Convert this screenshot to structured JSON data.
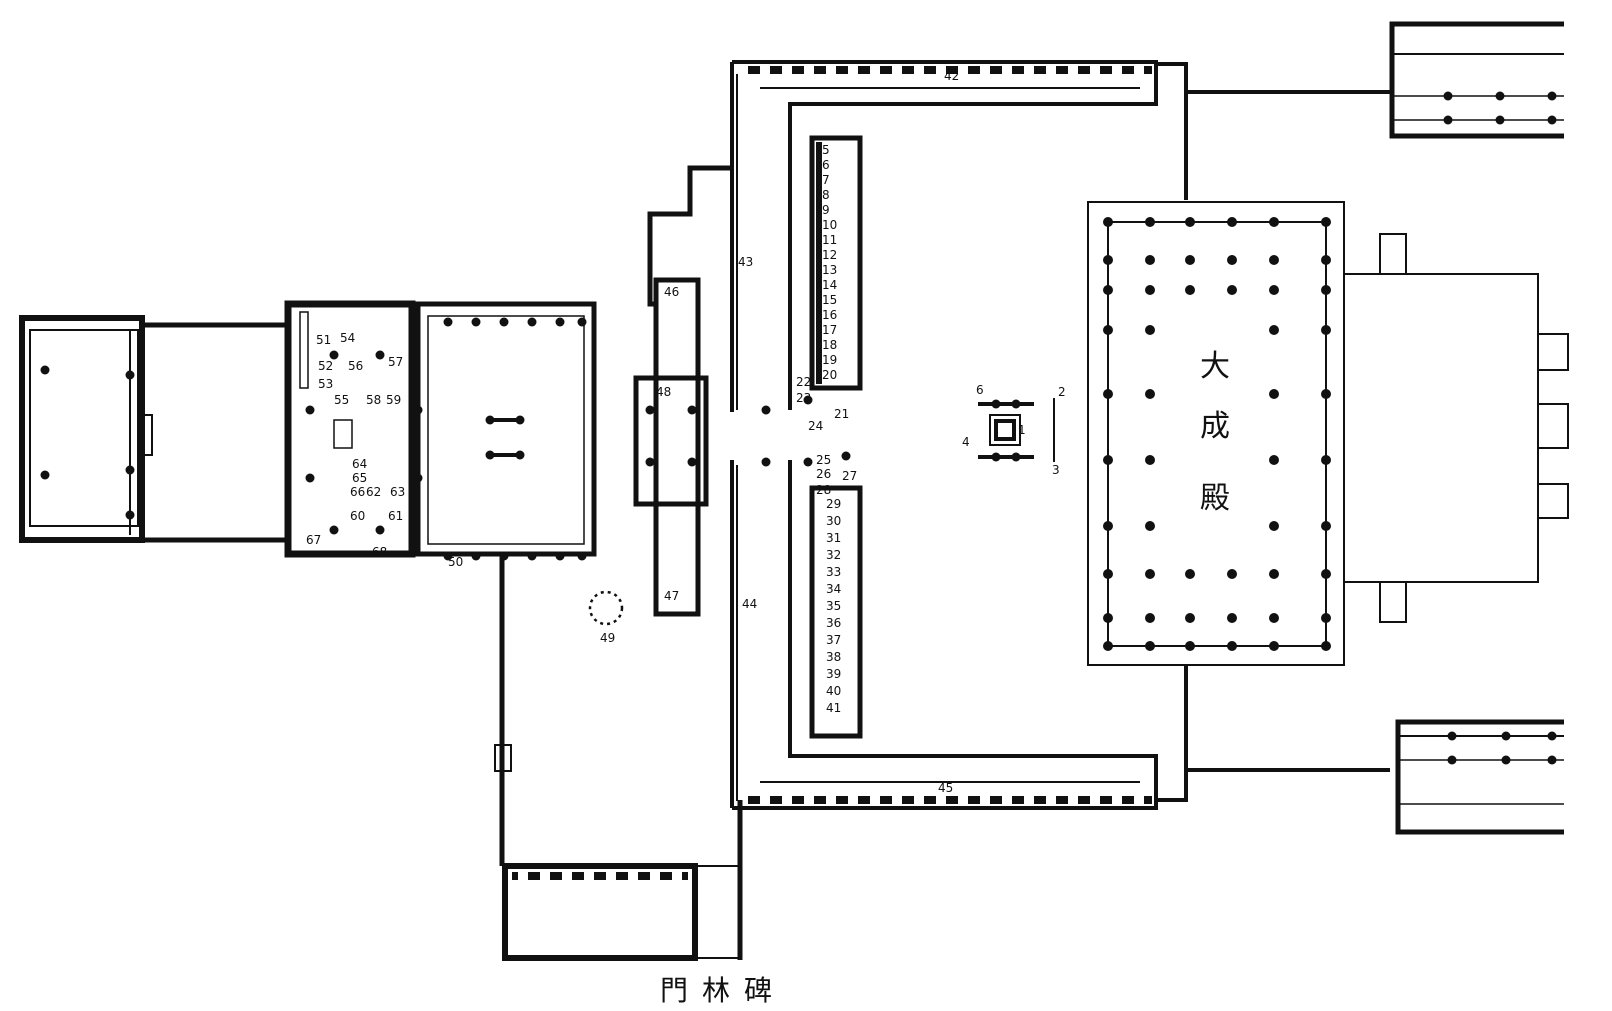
{
  "title_label": "門林碑",
  "hall_label": "大成殿",
  "hall_chars": [
    "大",
    "成",
    "殿"
  ],
  "colors": {
    "ink": "#111111",
    "paper": "#ffffff"
  },
  "stele_numbers": {
    "east_row_upper": [
      "5",
      "6",
      "7",
      "8",
      "9",
      "10",
      "11",
      "12",
      "13",
      "14",
      "15",
      "16",
      "17",
      "18",
      "19",
      "20"
    ],
    "east_row_lower": [
      "29",
      "30",
      "31",
      "32",
      "33",
      "34",
      "35",
      "36",
      "37",
      "38",
      "39",
      "40",
      "41"
    ],
    "crossing": [
      "22",
      "23",
      "24",
      "21",
      "25",
      "26",
      "27",
      "28"
    ],
    "corridors": [
      "42",
      "43",
      "44",
      "45"
    ],
    "gate_pavilion": [
      "46",
      "47",
      "48"
    ],
    "pavilion_center": [
      "2",
      "3",
      "4",
      "6",
      "1"
    ],
    "west_hall": [
      "51",
      "54",
      "52",
      "56",
      "57",
      "53",
      "55",
      "58",
      "59",
      "64",
      "65",
      "66",
      "62",
      "63",
      "60",
      "61",
      "67",
      "68"
    ],
    "misc": [
      "50",
      "49"
    ]
  }
}
